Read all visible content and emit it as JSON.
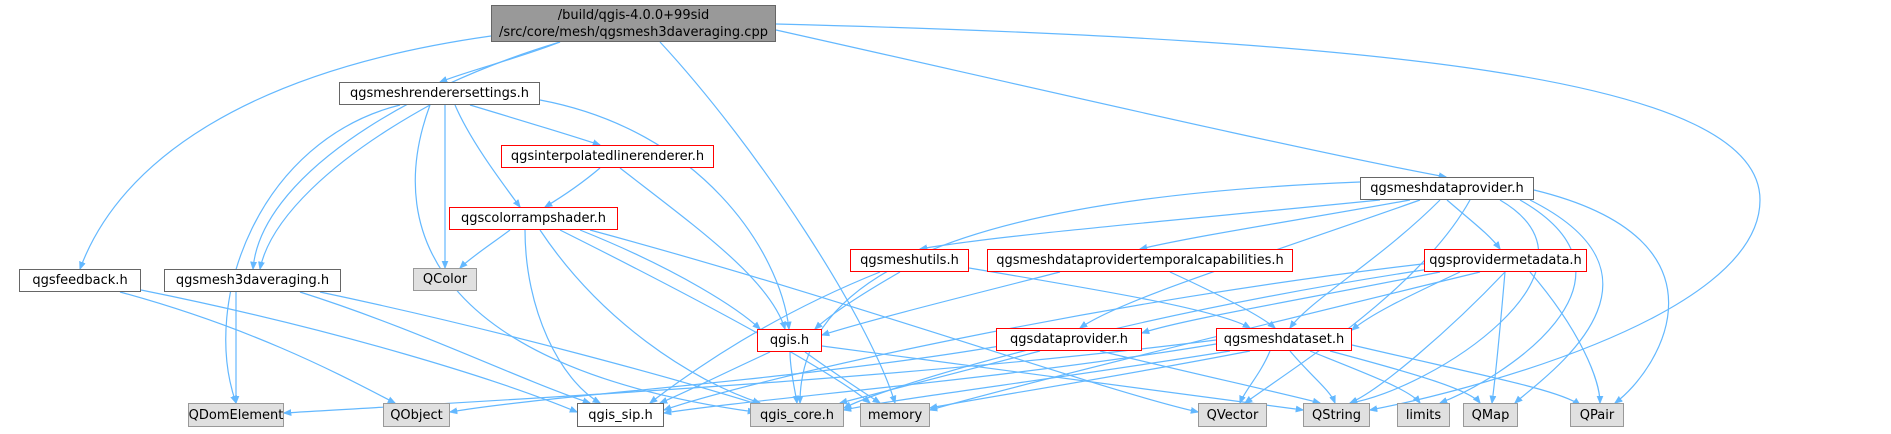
{
  "colors": {
    "edge": "#63b8ff",
    "root_fill": "#999999",
    "file_border": "#666666",
    "red_border": "#ff0000",
    "system_fill": "#e0e0e0",
    "system_border": "#999999"
  },
  "nodes": {
    "root": {
      "line1": "/build/qgis-4.0.0+99sid",
      "line2": "/src/core/mesh/qgsmesh3daveraging.cpp"
    },
    "renderer": {
      "label": "qgsmeshrenderersettings.h"
    },
    "interp": {
      "label": "qgsinterpolatedlinerenderer.h"
    },
    "colorramp": {
      "label": "qgscolorrampshader.h"
    },
    "qcolor": {
      "label": "QColor"
    },
    "feedback": {
      "label": "qgsfeedback.h"
    },
    "averaging": {
      "label": "qgsmesh3daveraging.h"
    },
    "qgis": {
      "label": "qgis.h"
    },
    "meshdp": {
      "label": "qgsmeshdataprovider.h"
    },
    "meshutils": {
      "label": "qgsmeshutils.h"
    },
    "temporal": {
      "label": "qgsmeshdataprovidertemporalcapabilities.h"
    },
    "provmeta": {
      "label": "qgsprovidermetadata.h"
    },
    "dataprovider": {
      "label": "qgsdataprovider.h"
    },
    "dataset": {
      "label": "qgsmeshdataset.h"
    },
    "qdom": {
      "label": "QDomElement"
    },
    "qobject": {
      "label": "QObject"
    },
    "sip": {
      "label": "qgis_sip.h"
    },
    "core": {
      "label": "qgis_core.h"
    },
    "memory": {
      "label": "memory"
    },
    "qvector": {
      "label": "QVector"
    },
    "qstring": {
      "label": "QString"
    },
    "limits": {
      "label": "limits"
    },
    "qmap": {
      "label": "QMap"
    },
    "qpair": {
      "label": "QPair"
    }
  }
}
